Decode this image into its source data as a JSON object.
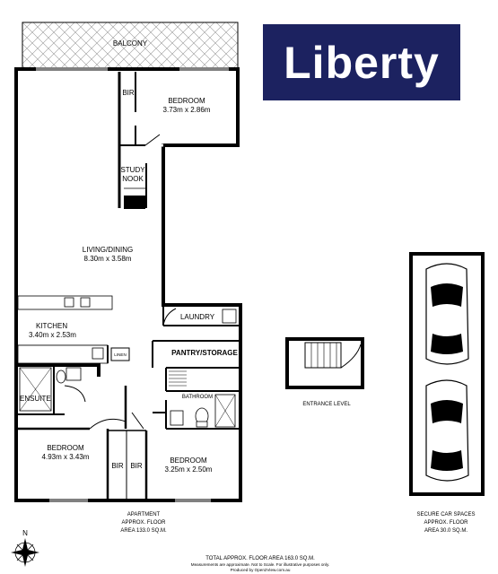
{
  "brand": {
    "name": "Liberty",
    "bg_color": "#1c2260",
    "text_color": "#ffffff"
  },
  "rooms": {
    "balcony": {
      "label": "BALCONY"
    },
    "bir_top": {
      "label": "BIR"
    },
    "bedroom_top": {
      "label": "BEDROOM",
      "dims": "3.73m x 2.86m"
    },
    "study": {
      "line1": "STUDY",
      "line2": "NOOK"
    },
    "living": {
      "label": "LIVING/DINING",
      "dims": "8.30m x 3.58m"
    },
    "kitchen": {
      "label": "KITCHEN",
      "dims": "3.40m x 2.53m"
    },
    "laundry": {
      "label": "LAUNDRY"
    },
    "pantry": {
      "label": "PANTRY/STORAGE"
    },
    "linen": {
      "label": "LINEN"
    },
    "ensuite": {
      "label": "ENSUITE"
    },
    "bathroom": {
      "label": "BATHROOM"
    },
    "bedroom_left": {
      "label": "BEDROOM",
      "dims": "4.93m x 3.43m"
    },
    "bedroom_right": {
      "label": "BEDROOM",
      "dims": "3.25m x 2.50m"
    },
    "bir_left": {
      "label": "BIR"
    },
    "bir_right": {
      "label": "BIR"
    }
  },
  "entrance": {
    "label": "ENTRANCE LEVEL"
  },
  "apartment_area": {
    "line1": "APARTMENT",
    "line2": "APPROX. FLOOR",
    "line3": "AREA 133.0 SQ.M."
  },
  "car_area": {
    "line1": "SECURE CAR SPACES",
    "line2": "APPROX. FLOOR",
    "line3": "AREA 30.0 SQ.M."
  },
  "footer": {
    "total": "TOTAL APPROX. FLOOR AREA 163.0 SQ.M.",
    "disclaimer": "Measurements are approximate. Not to Scale. For illustrative purposes only.",
    "producer": "Produced by Open2View.com.au"
  },
  "compass": {
    "north": "N"
  }
}
